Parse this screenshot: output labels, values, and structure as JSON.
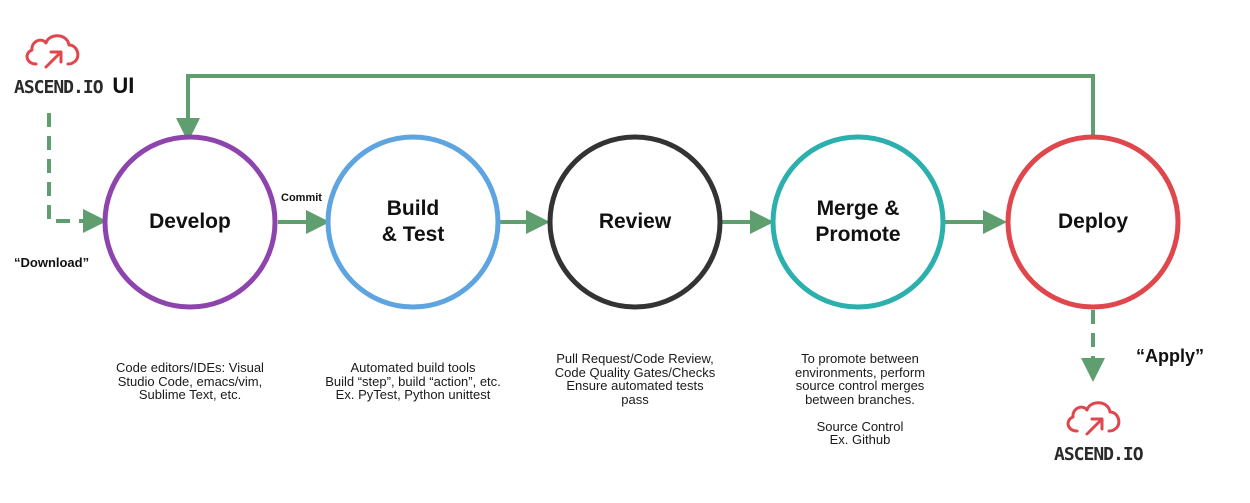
{
  "colors": {
    "arrow": "#5f9e6e",
    "develop": "#8e44ad",
    "build": "#5da4e0",
    "review": "#333333",
    "merge": "#2bb0ad",
    "deploy": "#e0474c",
    "logo": "#e0474c"
  },
  "logos": {
    "top": {
      "brand": "ASCEND.IO",
      "suffix": "UI",
      "icon": "cloud-upload-icon"
    },
    "bottom": {
      "brand": "ASCEND.IO",
      "icon": "cloud-upload-icon"
    }
  },
  "labels": {
    "download": "“Download”",
    "commit": "Commit",
    "apply": "“Apply”"
  },
  "stages": [
    {
      "id": "develop",
      "title": "Develop",
      "description": "Code editors/IDEs:  Visual\nStudio Code, emacs/vim,\nSublime Text, etc."
    },
    {
      "id": "build",
      "title": "Build\n& Test",
      "description": "Automated build tools\nBuild “step”, build “action”, etc.\nEx. PyTest, Python unittest"
    },
    {
      "id": "review",
      "title": "Review",
      "description": "Pull Request/Code Review,\nCode Quality Gates/Checks\nEnsure automated tests\npass"
    },
    {
      "id": "merge",
      "title": "Merge &\nPromote",
      "description": "To promote between\nenvironments, perform\nsource control merges\nbetween branches.\n\nSource Control\nEx. Github"
    },
    {
      "id": "deploy",
      "title": "Deploy",
      "description": ""
    }
  ]
}
